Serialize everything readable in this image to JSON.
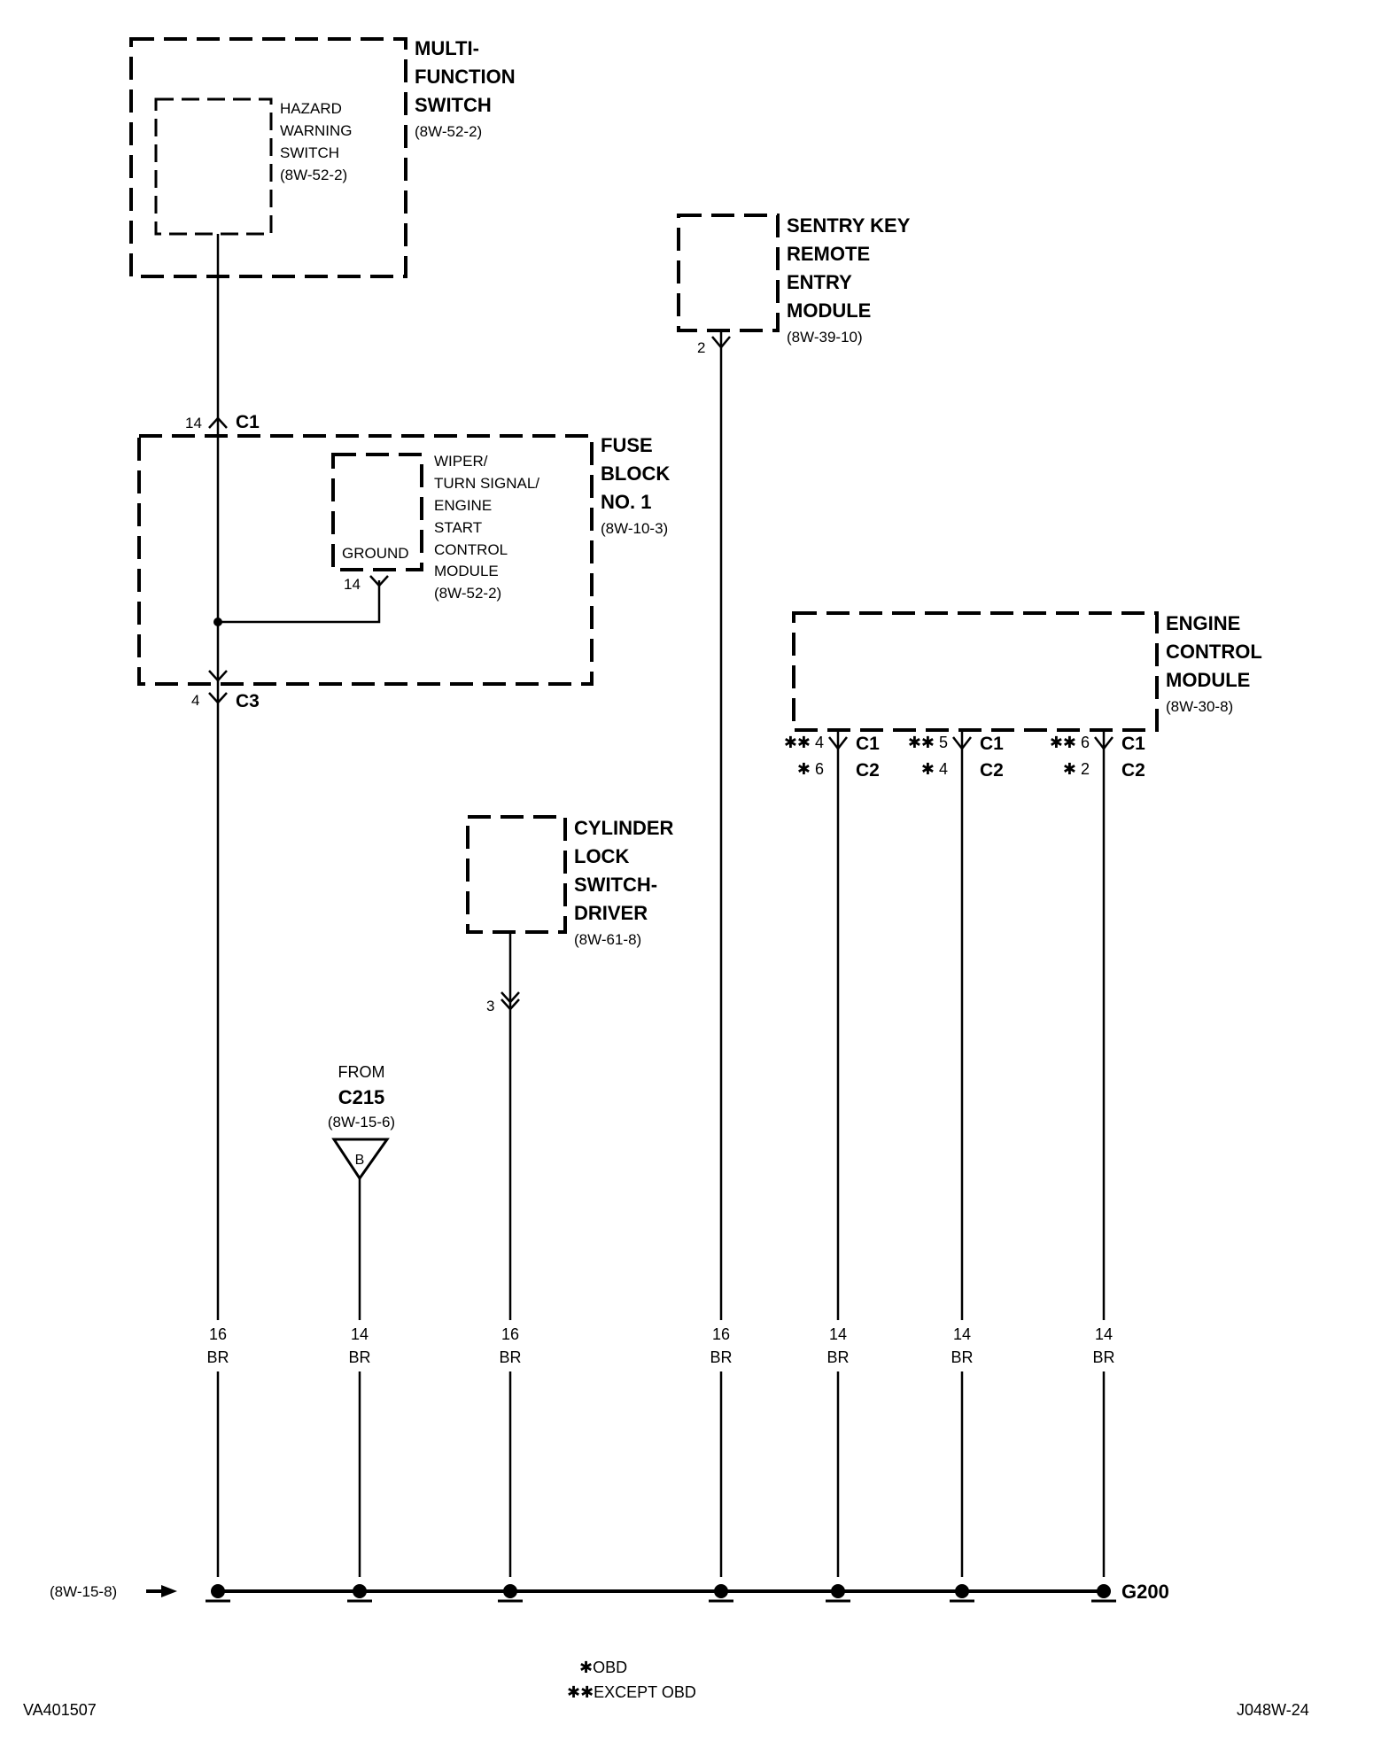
{
  "components": {
    "multifunction_switch": {
      "name": [
        "MULTI-",
        "FUNCTION",
        "SWITCH"
      ],
      "ref": "(8W-52-2)"
    },
    "hazard_warning_switch": {
      "name": [
        "HAZARD",
        "WARNING",
        "SWITCH"
      ],
      "ref": "(8W-52-2)"
    },
    "sentry_key_module": {
      "name": [
        "SENTRY KEY",
        "REMOTE",
        "ENTRY",
        "MODULE"
      ],
      "ref": "(8W-39-10)",
      "pin": "2"
    },
    "fuse_block": {
      "name": [
        "FUSE",
        "BLOCK",
        "NO. 1"
      ],
      "ref": "(8W-10-3)"
    },
    "wiper_module": {
      "name": [
        "WIPER/",
        "TURN SIGNAL/",
        "ENGINE",
        "START",
        "CONTROL",
        "MODULE"
      ],
      "ref": "(8W-52-2)",
      "ground_label": "GROUND",
      "pin": "14"
    },
    "engine_control_module": {
      "name": [
        "ENGINE",
        "CONTROL",
        "MODULE"
      ],
      "ref": "(8W-30-8)"
    },
    "cylinder_lock_switch": {
      "name": [
        "CYLINDER",
        "LOCK",
        "SWITCH-",
        "DRIVER"
      ],
      "ref": "(8W-61-8)",
      "pin": "3"
    }
  },
  "connectors": {
    "c1_top": {
      "pin": "14",
      "name": "C1"
    },
    "c3": {
      "pin": "4",
      "name": "C3"
    },
    "ecm": [
      {
        "row1": "✱✱ 4",
        "row2": "✱ 6",
        "c1": "C1",
        "c2": "C2"
      },
      {
        "row1": "✱✱ 5",
        "row2": "✱ 4",
        "c1": "C1",
        "c2": "C2"
      },
      {
        "row1": "✱✱ 6",
        "row2": "✱ 2",
        "c1": "C1",
        "c2": "C2"
      }
    ]
  },
  "from_c215": {
    "from": "FROM",
    "name": "C215",
    "ref": "(8W-15-6)",
    "letter": "B"
  },
  "wires": [
    {
      "gauge": "16",
      "color": "BR"
    },
    {
      "gauge": "14",
      "color": "BR"
    },
    {
      "gauge": "16",
      "color": "BR"
    },
    {
      "gauge": "16",
      "color": "BR"
    },
    {
      "gauge": "14",
      "color": "BR"
    },
    {
      "gauge": "14",
      "color": "BR"
    },
    {
      "gauge": "14",
      "color": "BR"
    }
  ],
  "ground": {
    "name": "G200",
    "ref": "(8W-15-8)"
  },
  "legend": {
    "obd": "✱OBD",
    "except_obd": "✱✱EXCEPT OBD"
  },
  "footer": {
    "left_code": "VA401507",
    "right_code": "J048W-24"
  }
}
